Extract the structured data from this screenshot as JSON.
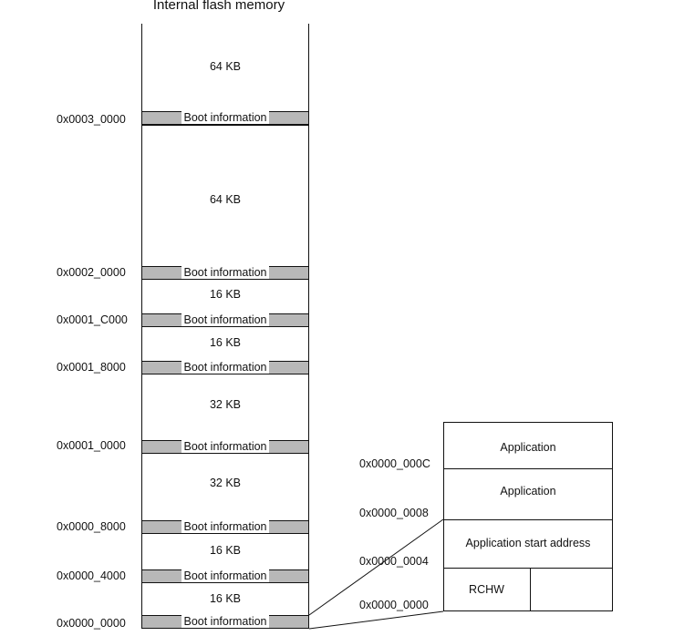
{
  "title": "Internal flash memory",
  "blocks": [
    {
      "size": "64 KB",
      "boot": "Boot information",
      "address": "0x0003_0000"
    },
    {
      "size": "64 KB",
      "boot": "Boot information",
      "address": "0x0002_0000"
    },
    {
      "size": "16 KB",
      "boot": "Boot information",
      "address": "0x0001_C000"
    },
    {
      "size": "16 KB",
      "boot": "Boot information",
      "address": "0x0001_8000"
    },
    {
      "size": "32 KB",
      "boot": "Boot information",
      "address": "0x0001_0000"
    },
    {
      "size": "32 KB",
      "boot": "Boot information",
      "address": "0x0000_8000"
    },
    {
      "size": "16 KB",
      "boot": "Boot information",
      "address": "0x0000_4000"
    },
    {
      "size": "16 KB",
      "boot": "Boot information",
      "address": "0x0000_0000"
    }
  ],
  "detail": {
    "rows": [
      {
        "label": "Application"
      },
      {
        "label": "Application"
      },
      {
        "label": "Application start address"
      },
      {
        "label": "RCHW"
      }
    ],
    "addresses": [
      "0x0000_000C",
      "0x0000_0008",
      "0x0000_0004",
      "0x0000_0000"
    ]
  }
}
